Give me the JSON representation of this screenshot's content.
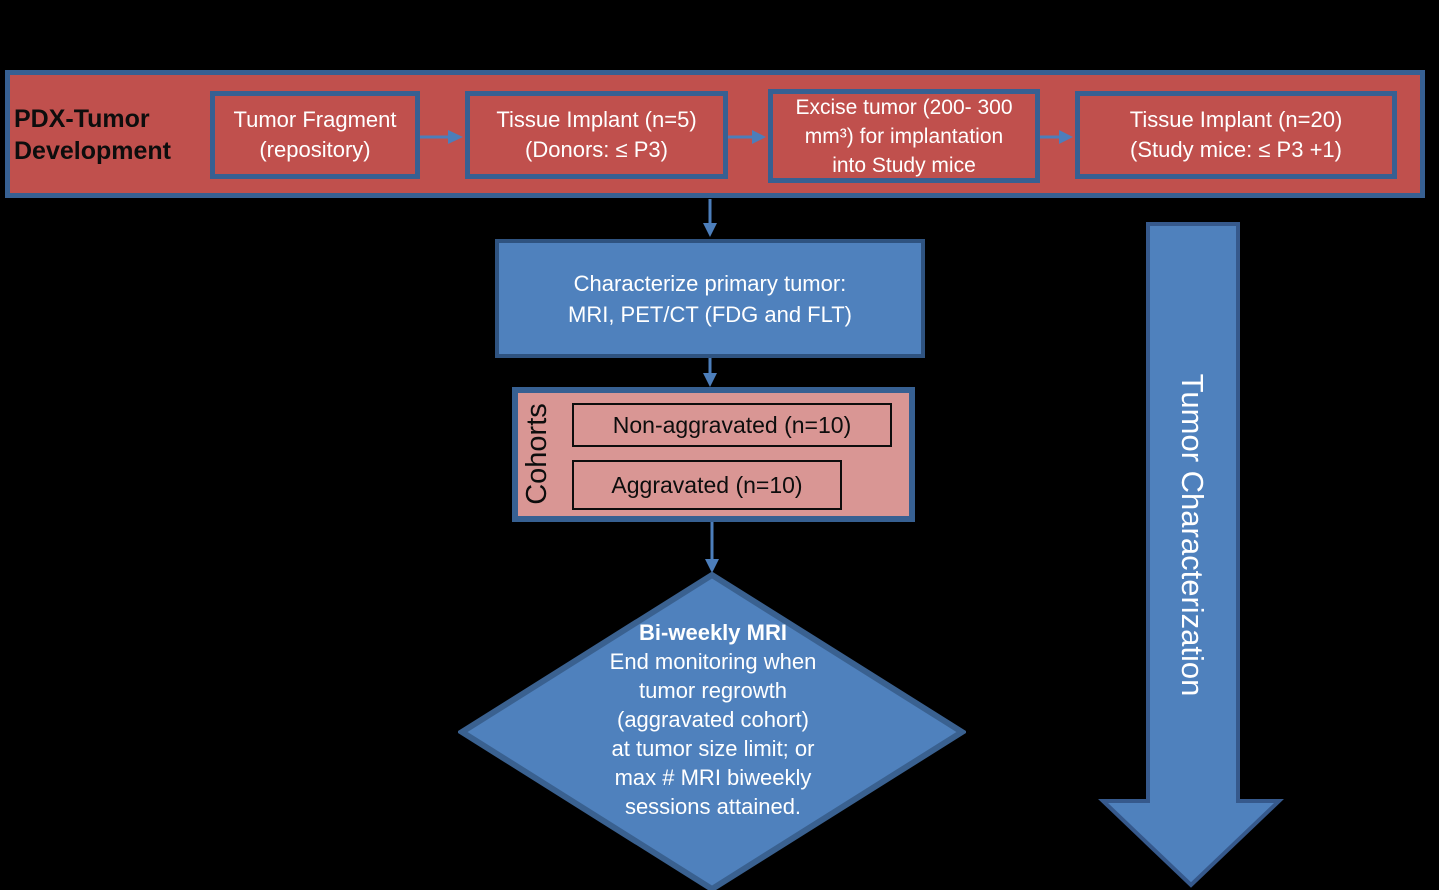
{
  "palette": {
    "background": "#000000",
    "red_fill": "#C0504D",
    "pink_fill": "#D99694",
    "blue_fill": "#4F81BD",
    "blue_shape_border": "#2F5380",
    "frame_border": "#376092",
    "arrow_blue": "#4C7EBB",
    "text_light": "#FFFFFF",
    "text_dark": "#0D0D0D"
  },
  "banner": {
    "title": "PDX-Tumor\nDevelopment",
    "boxes": [
      {
        "text": "Tumor Fragment\n(repository)"
      },
      {
        "text": "Tissue Implant (n=5)\n(Donors: ≤ P3)"
      },
      {
        "text": "Excise tumor (200- 300\nmm³) for implantation\ninto Study mice"
      },
      {
        "text": "Tissue Implant (n=20)\n(Study mice: ≤ P3 +1)"
      }
    ]
  },
  "characterize_box": {
    "text": "Characterize primary tumor:\nMRI, PET/CT (FDG and FLT)"
  },
  "cohorts": {
    "label": "Cohorts",
    "items": [
      {
        "text": "Non-aggravated (n=10)"
      },
      {
        "text": "Aggravated (n=10)"
      }
    ]
  },
  "decision_diamond": {
    "title": "Bi-weekly MRI",
    "body": "End monitoring when\ntumor regrowth\n(aggravated cohort)\nat tumor size limit; or\nmax # MRI biweekly\nsessions attained."
  },
  "side_arrow": {
    "label": "Tumor Characterization"
  }
}
